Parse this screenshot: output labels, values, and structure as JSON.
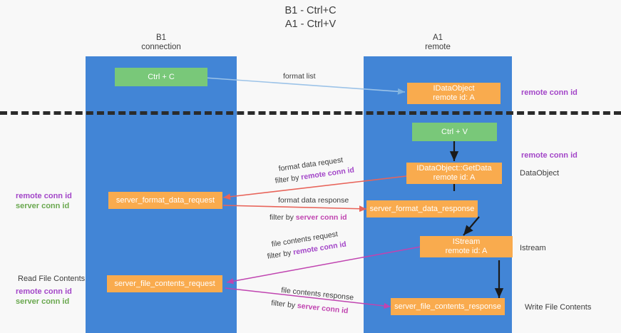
{
  "title": "B1 - Ctrl+C\nA1 - Ctrl+V",
  "columns": {
    "left": "B1\nconnection",
    "right": "A1\nremote"
  },
  "boxes": {
    "ctrl_c": "Ctrl + C",
    "ctrl_v": "Ctrl + V",
    "idataobject": "IDataObject\nremote id: A",
    "idataobject_getdata": "IDataObject::GetData\nremote id: A",
    "istream": "IStream\nremote id: A",
    "server_format_data_request": "server_format_data_request",
    "server_format_data_response": "server_format_data_response",
    "server_file_contents_request": "server_file_contents_request",
    "server_file_contents_response": "server_file_contents_response"
  },
  "edges": {
    "format_list": "format list",
    "format_data_request": "format data request",
    "format_data_request_filter_prefix": "filter by ",
    "format_data_request_filter_key": "remote conn id",
    "format_data_response": "format data response",
    "format_data_response_filter_prefix": "filter by ",
    "format_data_response_filter_key": "server conn id",
    "file_contents_request": "file contents request",
    "file_contents_request_filter_prefix": "filter by ",
    "file_contents_request_filter_key": "remote conn id",
    "file_contents_response": "file contents response",
    "file_contents_response_filter_prefix": "filter by ",
    "file_contents_response_filter_key": "server conn id"
  },
  "annotations": {
    "right_remote_conn_id_top": "remote conn id",
    "right_remote_conn_id_mid": "remote conn id",
    "right_dataobject": "DataObject",
    "right_istream": "Istream",
    "right_write_file_contents": "Write File Contents",
    "left_conn_ids_mid": "remote conn id\nserver conn id",
    "left_read_file_contents": "Read File Contents",
    "left_conn_ids_bottom": "remote conn id\nserver conn id"
  },
  "colors": {
    "lane": "#4285d6",
    "green_box": "#79c879",
    "orange_box": "#f9ab4e",
    "purple": "#a346c8",
    "green_text": "#6aa84f",
    "magenta": "#c044b0",
    "red_arrow": "#e8645a",
    "blue_arrow": "#9cc3e8",
    "black_arrow": "#1a1a1a",
    "divider": "#2b2b2b"
  }
}
